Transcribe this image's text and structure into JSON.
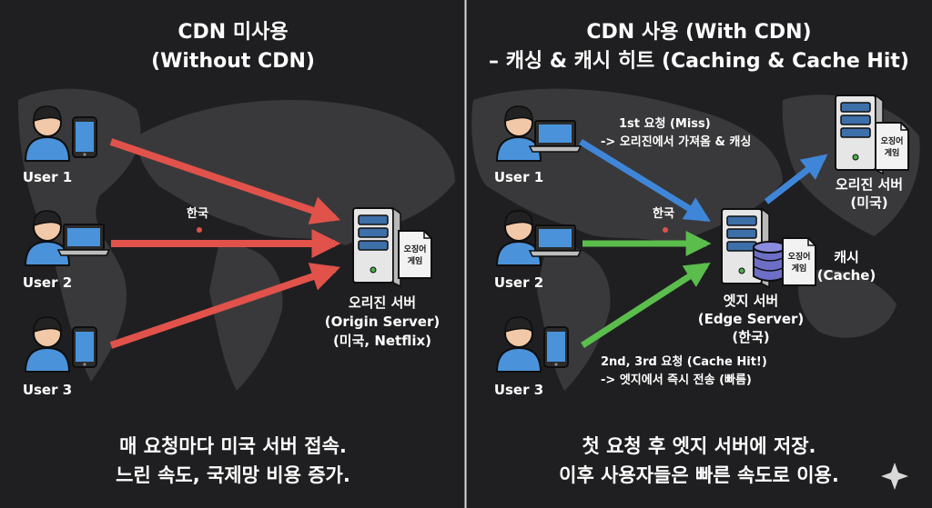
{
  "left_panel": {
    "title_line1": "CDN 미사용",
    "title_line2": "(Without CDN)",
    "users": [
      "User 1",
      "User 2",
      "User 3"
    ],
    "korea_label": "한국",
    "server_label_line1": "오리진 서버",
    "server_label_line2": "(Origin Server)",
    "server_label_line3": "(미국, Netflix)",
    "doc_label_line1": "오징어",
    "doc_label_line2": "게임",
    "bottom_line1": "매 요청마다 미국 서버 접속.",
    "bottom_line2": "느린 속도, 국제망 비용 증가."
  },
  "right_panel": {
    "title_line1": "CDN 사용 (With CDN)",
    "title_line2": "– 캐싱 & 캐시 히트 (Caching & Cache Hit)",
    "users": [
      "User 1",
      "User 2",
      "User 3"
    ],
    "korea_label": "한국",
    "first_request_line1": "1st 요청 (Miss)",
    "first_request_line2": "-> 오리진에서 가져옴 & 캐싱",
    "later_request_line1": "2nd, 3rd 요청 (Cache Hit!)",
    "later_request_line2": "-> 엣지에서 즉시 전송 (빠름)",
    "origin_label_line1": "오리진 서버",
    "origin_label_line2": "(미국)",
    "edge_label_line1": "엣지 서버",
    "edge_label_line2": "(Edge Server)",
    "edge_label_line3": "(한국)",
    "cache_label_line1": "캐시",
    "cache_label_line2": "(Cache)",
    "doc_label_line1": "오징어",
    "doc_label_line2": "게임",
    "bottom_line1": "첫 요청 후 엣지 서버에 저장.",
    "bottom_line2": "이후 사용자들은 빠른 속도로 이용."
  },
  "colors": {
    "background": "#1f1f21",
    "map": "#39393b",
    "arrow_red": "#e0524a",
    "arrow_blue": "#3f86d8",
    "arrow_green": "#5bbd4c",
    "user": "#4a93db",
    "server": "#e6e6e6",
    "server_slot": "#3d6fa8",
    "cache_db": "#6d6fc6"
  },
  "icons": [
    "user-icon",
    "smartphone-icon",
    "laptop-icon",
    "server-icon",
    "document-icon",
    "database-icon",
    "sparkle-icon"
  ]
}
